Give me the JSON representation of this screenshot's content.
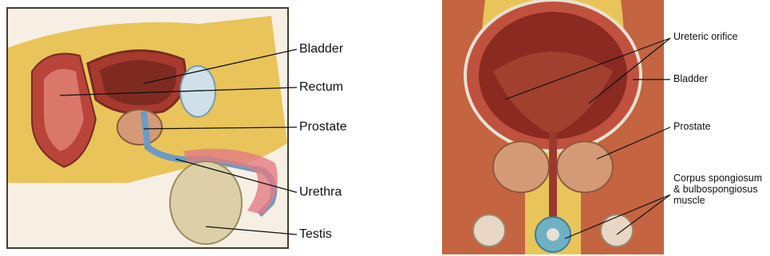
{
  "left_diagram": {
    "labels": {
      "bladder": "Bladder",
      "rectum": "Rectum",
      "prostate": "Prostate",
      "urethra": "Urethra",
      "testis": "Testis"
    }
  },
  "right_diagram": {
    "labels": {
      "ureteric_orifice": "Ureteric orifice",
      "bladder": "Bladder",
      "prostate": "Prostate",
      "corpus": "Corpus spongiosum & bulbospongiosus muscle"
    }
  },
  "colors": {
    "fat": "#e8c45a",
    "muscle": "#b8443a",
    "bladder_lumen": "#8a2a20",
    "frame": "#4a3b2e"
  }
}
